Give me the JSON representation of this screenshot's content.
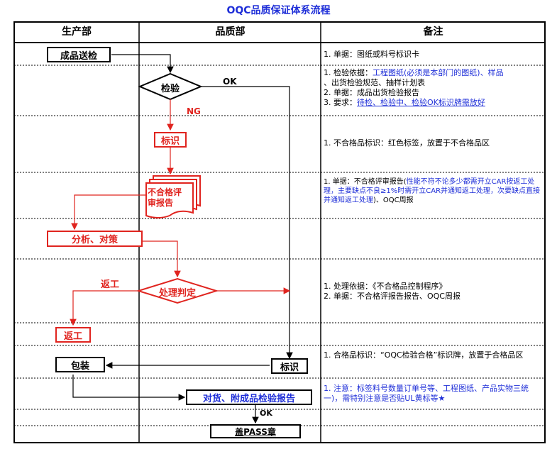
{
  "title": "OQC品质保证体系流程",
  "columns": {
    "production": "生产部",
    "quality": "品质部",
    "remarks": "备注"
  },
  "nodes": {
    "submit": "成品送检",
    "inspect": "检验",
    "mark": "标识",
    "report_line1": "不合格评",
    "report_line2": "审报告",
    "analysis": "分析、对策",
    "handle": "处理判定",
    "rework": "返工",
    "pack": "包装",
    "mark_ok": "标识",
    "check_report": "对货、附成品检验报告",
    "pass_stamp": "盖PASS章"
  },
  "labels": {
    "ok": "OK",
    "ng": "NG",
    "rework_label": "返工",
    "ok2": "OK"
  },
  "notes": {
    "n1": "1. 单据：图纸或料号标识卡",
    "n2_prefix": "1. 检验依据：",
    "n2_blue": "工程图纸(必须是本部门的图纸)、样品",
    "n2_cont": "、出货检验规范、抽样计划表",
    "n2_line2": "2. 单据：成品出货检验报告",
    "n2_line3_prefix": "3. 要求：",
    "n2_line3_blue": "待检、检验中、检验OK标识牌需放好",
    "n3": "1. 不合格品标识：红色标签，放置于不合格品区",
    "n4_prefix": "1. 单据：不合格评审报告(",
    "n4_blue": "性能不符不论多少都需开立CAR按返工处理，主要缺点不良≥1%时需开立CAR并通知返工处理，次要缺点直接并通知返工处理",
    "n4_suffix": ")、OQC周报",
    "n5_line1": "1. 处理依据：《不合格品控制程序》",
    "n5_line2": "2. 单据：不合格评报告报告、OQC周报",
    "n6": "1. 合格品标识：“OQC检验合格”标识牌，放置于合格品区",
    "n7": "1. 注意：标签料号数量订单号等、工程图纸、产品实物三统一)，需特别注意是否贴UL黄标等★"
  },
  "colors": {
    "title": "#1f2fd8",
    "red": "#e0241f",
    "blue": "#1f2fd8"
  }
}
